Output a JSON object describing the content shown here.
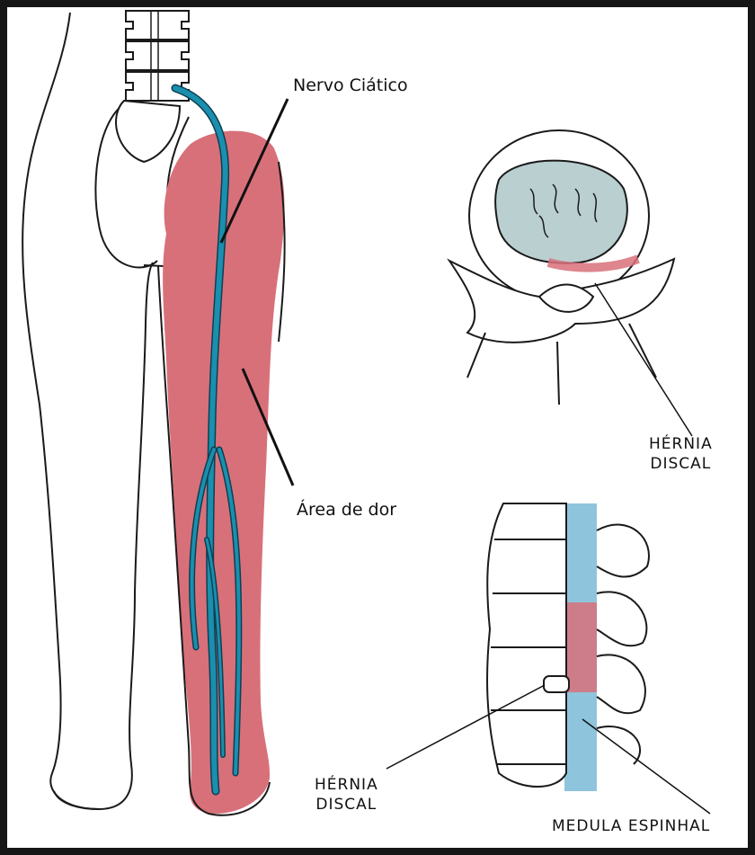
{
  "labels": {
    "sciatic_nerve": "Nervo Ciático",
    "pain_area": "Área de dor",
    "herniated_disc_top_line1": "HÉRNIA",
    "herniated_disc_top_line2": "DISCAL",
    "herniated_disc_bottom_line1": "HÉRNIA",
    "herniated_disc_bottom_line2": "DISCAL",
    "spinal_cord": "MEDULA ESPINHAL"
  },
  "colors": {
    "frame": "#161616",
    "pain": "#d8707a",
    "nerve": "#1a8fae",
    "nerve_outline": "#0d3f52",
    "outline": "#1a1a1a",
    "disc_fill": "#b9cfd0",
    "spinal_blue": "#8ec5dc"
  }
}
